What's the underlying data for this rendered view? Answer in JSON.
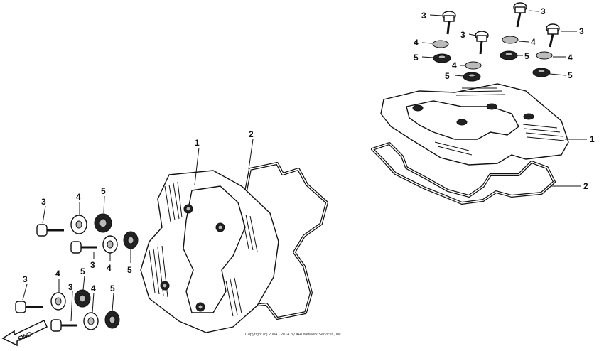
{
  "callouts": {
    "c1_left": "1",
    "c2_left": "2",
    "c1_right": "1",
    "c2_right": "2",
    "bolt": "3",
    "washer": "4",
    "grommet": "5"
  },
  "fwd_label": "FWD",
  "copyright": "Copyright (c) 2004 - 2014 by ARI Network Services, Inc."
}
